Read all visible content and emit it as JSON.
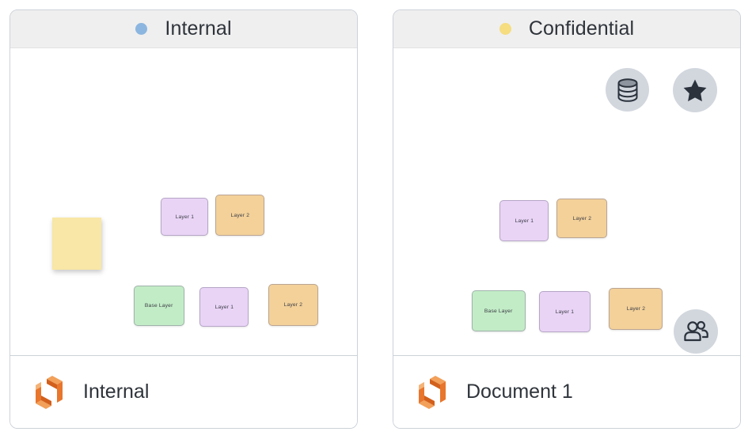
{
  "panels": [
    {
      "id": "internal",
      "header": {
        "status_dot_color": "#8cb6e0",
        "status_label": "Internal"
      },
      "footer": {
        "logo": "brand-cube-icon",
        "title": "Internal"
      },
      "sticky_notes": [
        {
          "name": "sticky-note",
          "color": "#f8e7a6",
          "text": ""
        }
      ],
      "layer_cards": [
        {
          "label": "Layer 1",
          "color": "purple"
        },
        {
          "label": "Layer 2",
          "color": "orange"
        },
        {
          "label": "Base Layer",
          "color": "green"
        },
        {
          "label": "Layer 1",
          "color": "purple"
        },
        {
          "label": "Layer 2",
          "color": "orange"
        }
      ],
      "icon_badges": []
    },
    {
      "id": "confidential",
      "header": {
        "status_dot_color": "#f5dd80",
        "status_label": "Confidential"
      },
      "footer": {
        "logo": "brand-cube-icon",
        "title": "Document 1"
      },
      "sticky_notes": [],
      "layer_cards": [
        {
          "label": "Layer 1",
          "color": "purple"
        },
        {
          "label": "Layer 2",
          "color": "orange"
        },
        {
          "label": "Base Layer",
          "color": "green"
        },
        {
          "label": "Layer 1",
          "color": "purple"
        },
        {
          "label": "Layer 2",
          "color": "orange"
        }
      ],
      "icon_badges": [
        {
          "name": "database-icon",
          "circle_color": "#d2d7de",
          "glyph_color": "#2b323c"
        },
        {
          "name": "star-icon",
          "circle_color": "#d2d7de",
          "glyph_color": "#2b323c"
        },
        {
          "name": "users-icon",
          "circle_color": "#d2d7de",
          "glyph_color": "#2b323c"
        }
      ]
    }
  ],
  "colors": {
    "page_background": "#ffffff",
    "panel_border": "#ccd2d9",
    "header_background": "#efefef",
    "title_text": "#2f343b",
    "card_purple": "#e9d4f6",
    "card_orange": "#f3d199",
    "card_green": "#c2ecc6",
    "sticky_yellow": "#f8e7a6",
    "brand_orange": "#e8762d"
  }
}
